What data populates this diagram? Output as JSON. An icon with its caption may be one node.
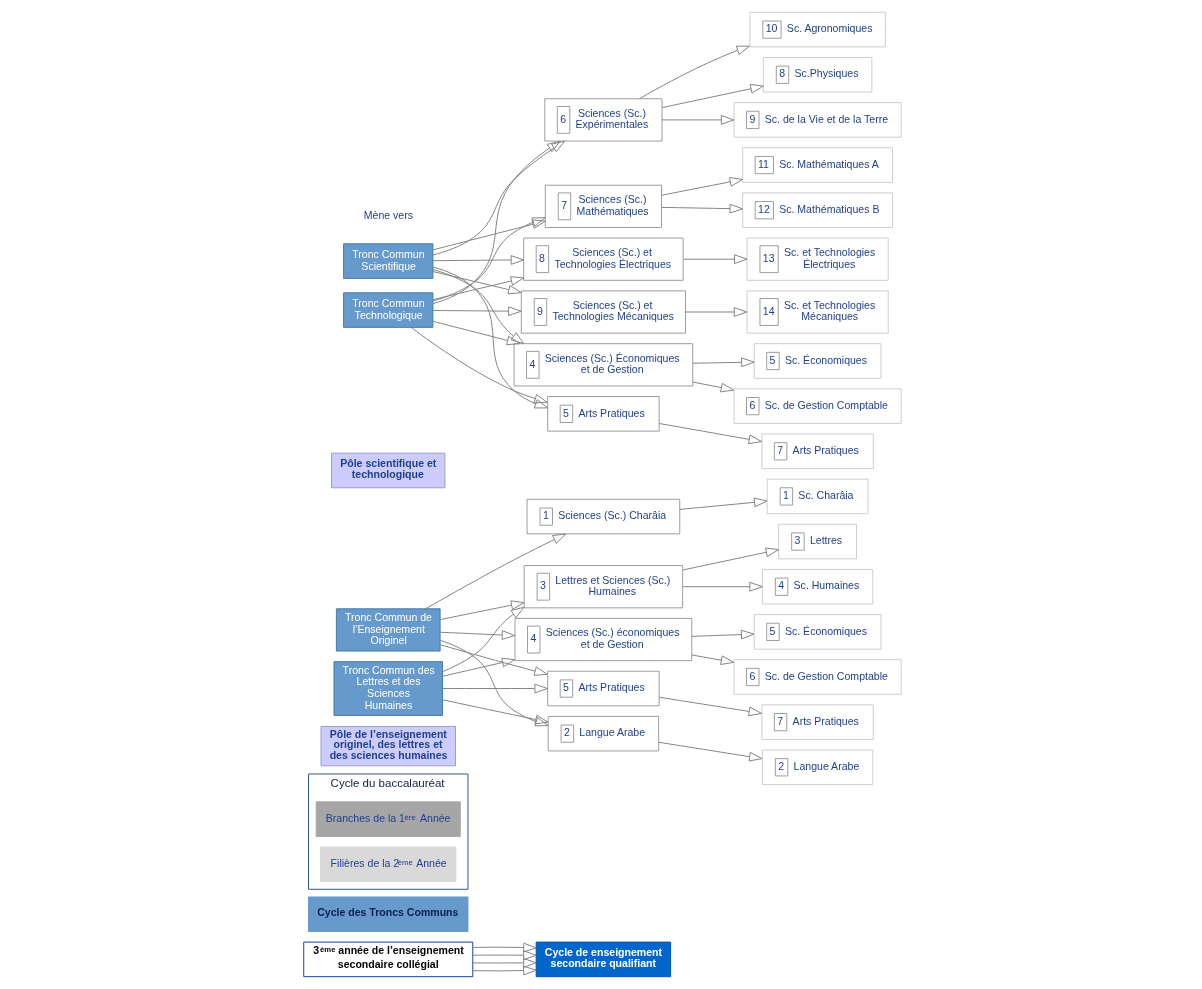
{
  "diagram": {
    "nodes": [
      {
        "text": [
          "3$^{ème}$ année de l’enseignement secondaire collégial"
        ]
      },
      {
        "text": [
          "Cycle de enseignement secondaire qualifiant"
        ]
      },
      {
        "text": [
          "Cycle des Troncs Communs"
        ]
      },
      {
        "text": [
          "Cycle du baccalauréat"
        ]
      },
      {
        "text": [
          "Branches de la 1$^{ère}$ Année"
        ],
        "in": 3
      },
      {
        "text": [
          "Filières de la 2$^{ème}$ Année"
        ],
        "in": 3
      },
      {
        "text": [
          "Pôle de l’enseignement originel, des lettres et des sciences humaines"
        ]
      },
      {
        "text": [
          "Tronc Commun de l’Enseignement Originel"
        ]
      },
      {
        "text": [
          "Tronc Commun des Lettres et des Sciences Humaines"
        ]
      },
      {
        "text": [
          "1",
          "Sciences (Sc.) Charâia"
        ]
      },
      {
        "text": [
          "2",
          "Langue Arabe"
        ]
      },
      {
        "text": [
          "3",
          "Lettres et Sciences (Sc.) Humaines"
        ]
      },
      {
        "text": [
          "4",
          "Sciences (Sc.) économiques et de Gestion"
        ]
      },
      {
        "text": [
          "5",
          "Arts Pratiques"
        ]
      },
      {
        "text": [
          "1",
          "Sc. Charâia"
        ]
      },
      {
        "text": [
          "2",
          "Langue Arabe"
        ]
      },
      {
        "text": [
          "3",
          "Lettres"
        ]
      },
      {
        "text": [
          "4",
          "Sc. Humaines"
        ]
      },
      {
        "text": [
          "5",
          "Sc. Économiques"
        ]
      },
      {
        "text": [
          "6",
          "Sc. de Gestion Comptable"
        ]
      },
      {
        "text": [
          "7",
          "Arts Pratiques"
        ]
      },
      {
        "text": [
          "Pôle scientifique et technologique"
        ]
      },
      {
        "text": [
          "Tronc Commun Scientifique"
        ]
      },
      {
        "text": [
          "Tronc Commun Technologique"
        ]
      },
      {
        "text": [
          "6",
          "Sciences (Sc.) Expérimentales"
        ]
      },
      {
        "text": [
          "7",
          "Sciences (Sc.) Mathématiques"
        ]
      },
      {
        "text": [
          "8",
          "Sciences (Sc.) et Technologies Électriques"
        ]
      },
      {
        "text": [
          "9",
          "Sciences (Sc.) et Technologies Mécaniques"
        ]
      },
      {
        "text": [
          "4",
          "Sciences (Sc.) Économiques et de Gestion"
        ]
      },
      {
        "text": [
          "5",
          "Arts Pratiques"
        ]
      },
      {
        "text": [
          "8",
          "Sc.Physiques"
        ]
      },
      {
        "text": [
          "9",
          "Sc. de la Vie et de la Terre"
        ]
      },
      {
        "text": [
          "10",
          "Sc. Agronomiques"
        ]
      },
      {
        "text": [
          "11",
          "Sc. Mathématiques A"
        ]
      },
      {
        "text": [
          "12",
          "Sc. Mathématiques B"
        ]
      },
      {
        "text": [
          "13",
          "Sc. et Technologies Électriques"
        ]
      },
      {
        "text": [
          "14",
          "Sc. et Technologies Mécaniques"
        ]
      },
      {
        "text": [
          "5",
          "Sc. Économiques"
        ]
      },
      {
        "text": [
          "6",
          "Sc. de Gestion Comptable"
        ]
      },
      {
        "text": [
          "7",
          "Arts Pratiques"
        ]
      }
    ],
    "edges": [
      {
        "from": 0,
        "to": 1,
        "arrow": "to"
      },
      {
        "from": 0,
        "to": 1,
        "arrow": "to"
      },
      {
        "from": 0,
        "to": 1,
        "arrow": "to"
      },
      {
        "from": 0,
        "to": 1,
        "arrow": "to"
      },
      {
        "from": 7,
        "to": 9,
        "arrow": "to"
      },
      {
        "from": 7,
        "to": 10,
        "arrow": "to"
      },
      {
        "from": 7,
        "to": 11,
        "arrow": "to"
      },
      {
        "from": 7,
        "to": 12,
        "arrow": "to"
      },
      {
        "from": 7,
        "to": 13,
        "arrow": "to"
      },
      {
        "from": 8,
        "to": 10,
        "arrow": "to"
      },
      {
        "from": 8,
        "to": 11,
        "arrow": "to"
      },
      {
        "from": 8,
        "to": 12,
        "arrow": "to"
      },
      {
        "from": 8,
        "to": 13,
        "arrow": "to"
      },
      {
        "from": 9,
        "to": 14,
        "arrow": "to"
      },
      {
        "from": 10,
        "to": 15,
        "arrow": "to"
      },
      {
        "from": 11,
        "to": 16,
        "arrow": "to"
      },
      {
        "from": 11,
        "to": 17,
        "arrow": "to"
      },
      {
        "from": 12,
        "to": 18,
        "arrow": "to"
      },
      {
        "from": 12,
        "to": 19,
        "arrow": "to"
      },
      {
        "from": 13,
        "to": 20,
        "arrow": "to"
      },
      {
        "from": 22,
        "to": 24,
        "arrow": "to"
      },
      {
        "from": 22,
        "to": 25,
        "arrow": "to"
      },
      {
        "from": 22,
        "to": 26,
        "arrow": "to"
      },
      {
        "from": 22,
        "to": 27,
        "arrow": "to"
      },
      {
        "from": 22,
        "to": 28,
        "arrow": "to"
      },
      {
        "from": 22,
        "to": 29,
        "arrow": "to"
      },
      {
        "from": 23,
        "to": 24,
        "arrow": "to"
      },
      {
        "from": 23,
        "to": 25,
        "arrow": "to"
      },
      {
        "from": 23,
        "to": 26,
        "arrow": "to"
      },
      {
        "from": 23,
        "to": 27,
        "arrow": "to"
      },
      {
        "from": 23,
        "to": 28,
        "arrow": "to"
      },
      {
        "from": 23,
        "to": 29,
        "arrow": "to"
      },
      {
        "from": 24,
        "to": 30,
        "arrow": "to"
      },
      {
        "from": 24,
        "to": 31,
        "arrow": "to"
      },
      {
        "from": 24,
        "to": 32,
        "arrow": "to"
      },
      {
        "from": 25,
        "to": 33,
        "arrow": "to"
      },
      {
        "from": 25,
        "to": 34,
        "arrow": "to"
      },
      {
        "from": 26,
        "to": 35,
        "arrow": "to"
      },
      {
        "from": 27,
        "to": 36,
        "arrow": "to"
      },
      {
        "from": 28,
        "to": 37,
        "arrow": "to"
      },
      {
        "from": 28,
        "to": 38,
        "arrow": "to"
      },
      {
        "from": 29,
        "to": 39,
        "arrow": "to"
      }
    ],
    "legend": [
      {
        "text": "Mène vers"
      }
    ]
  }
}
